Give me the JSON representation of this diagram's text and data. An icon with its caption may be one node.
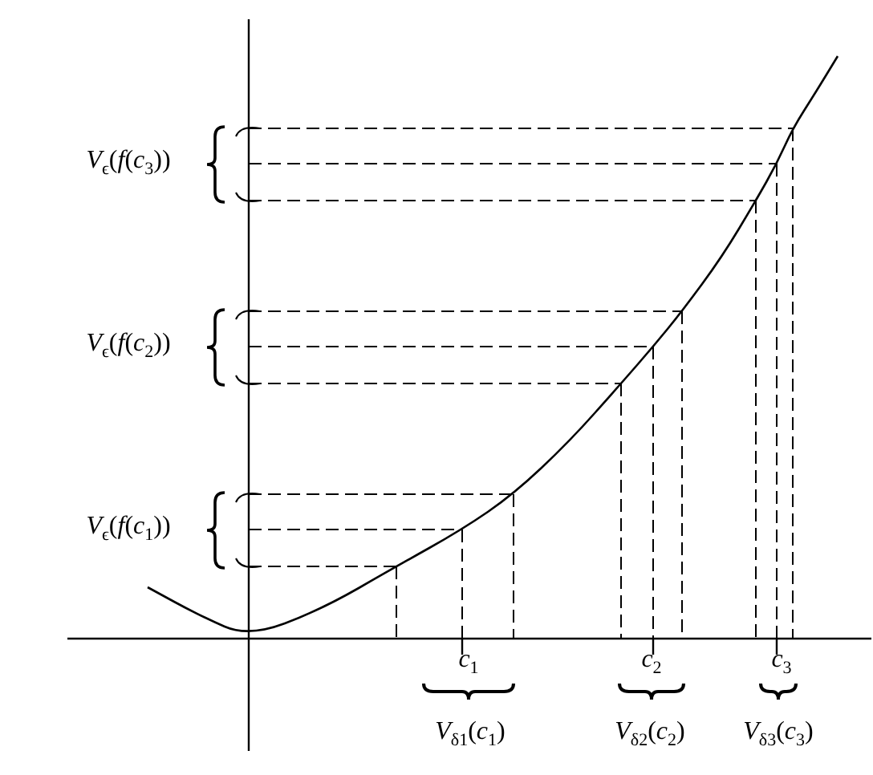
{
  "diagram": {
    "labels": [
      "*V*$_{ϵ}$(*f*(*c*$_{3}$))",
      "*V*$_{ϵ}$(*f*(*c*$_{2}$))",
      "*V*$_{ϵ}$(*f*(*c*$_{1}$))",
      "*c*$_{1}$",
      "*c*$_{2}$",
      "*c*$_{3}$",
      "*V*$_{δ1}$(*c*$_{1}$)",
      "*V*$_{δ2}$(*c*$_{2}$)",
      "*V*$_{δ3}$(*c*$_{3}$)"
    ]
  }
}
